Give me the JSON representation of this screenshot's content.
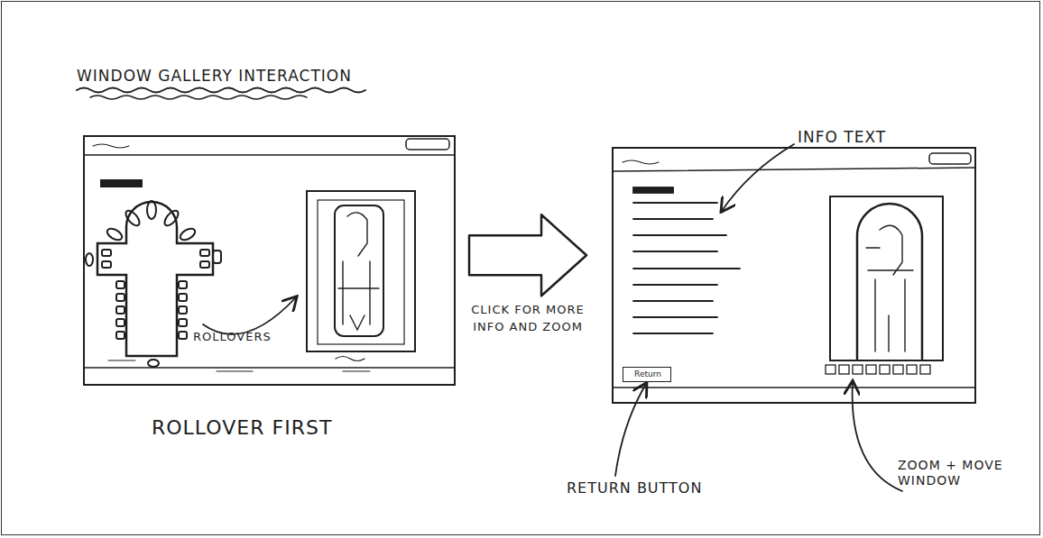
{
  "diagram": {
    "title": "WINDOW GALLERY INTERACTION",
    "nodes": [
      {
        "text": [
          "ROLLOVERS"
        ]
      },
      {
        "text": []
      },
      {
        "text": [
          "Return"
        ],
        "in": 1
      }
    ],
    "edges": [
      {
        "from": 0,
        "to": 1,
        "arrow": "to",
        "label": "CLICK FOR MORE INFO AND ZOOM"
      }
    ],
    "labels": [
      "ROLLOVER FIRST",
      "INFO TEXT",
      "RETURN BUTTON",
      "ZOOM + MOVE WINDOW"
    ]
  }
}
